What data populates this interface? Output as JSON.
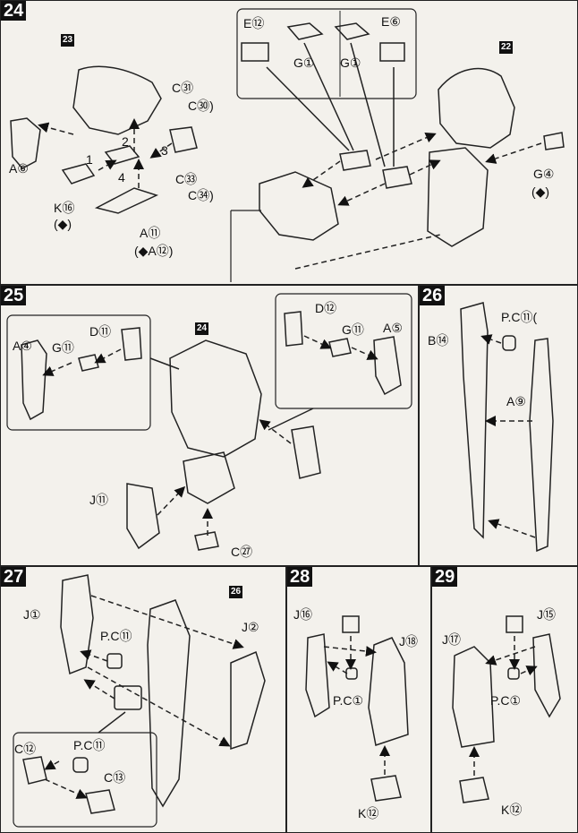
{
  "steps": {
    "s24": {
      "num": "24",
      "marker23": "23",
      "marker22": "22",
      "labels": {
        "e12": "E⑫",
        "e6": "E⑥",
        "g1a": "G①",
        "g1b": "G①",
        "c31": "C㉛",
        "c30": "C㉚)",
        "c33": "C㉝",
        "c34": "C㉞)",
        "a6": "A⑥",
        "k16": "K⑯",
        "k16b": "(◆)",
        "a11": "A⑪",
        "a12": "(◆A⑫)",
        "g4": "G④",
        "g4b": "(◆)"
      }
    },
    "s25": {
      "num": "25",
      "marker24": "24",
      "labels": {
        "a4": "A④",
        "g11": "G⑪",
        "d11": "D⑪",
        "d12": "D⑫",
        "g11b": "G⑪",
        "a5": "A⑤",
        "j11": "J⑪",
        "c27": "C㉗"
      }
    },
    "s26": {
      "num": "26",
      "labels": {
        "pch": "P.C⑪(",
        "b14": "B⑭",
        "a9": "A⑨"
      }
    },
    "s27": {
      "num": "27",
      "marker26": "26",
      "labels": {
        "j1": "J①",
        "j2": "J②",
        "pcu": "P.C⑪",
        "pch2": "P.C⑪",
        "c12": "C⑫",
        "c13": "C⑬"
      }
    },
    "s28": {
      "num": "28",
      "labels": {
        "j16": "J⑯",
        "j18": "J⑱",
        "pci": "P.C①",
        "k12": "K⑫"
      }
    },
    "s29": {
      "num": "29",
      "labels": {
        "j17": "J⑰",
        "j15": "J⑮",
        "pci": "P.C①",
        "k12": "K⑫"
      }
    }
  },
  "sequence": {
    "one": "1",
    "two": "2",
    "three": "3",
    "four": "4"
  }
}
